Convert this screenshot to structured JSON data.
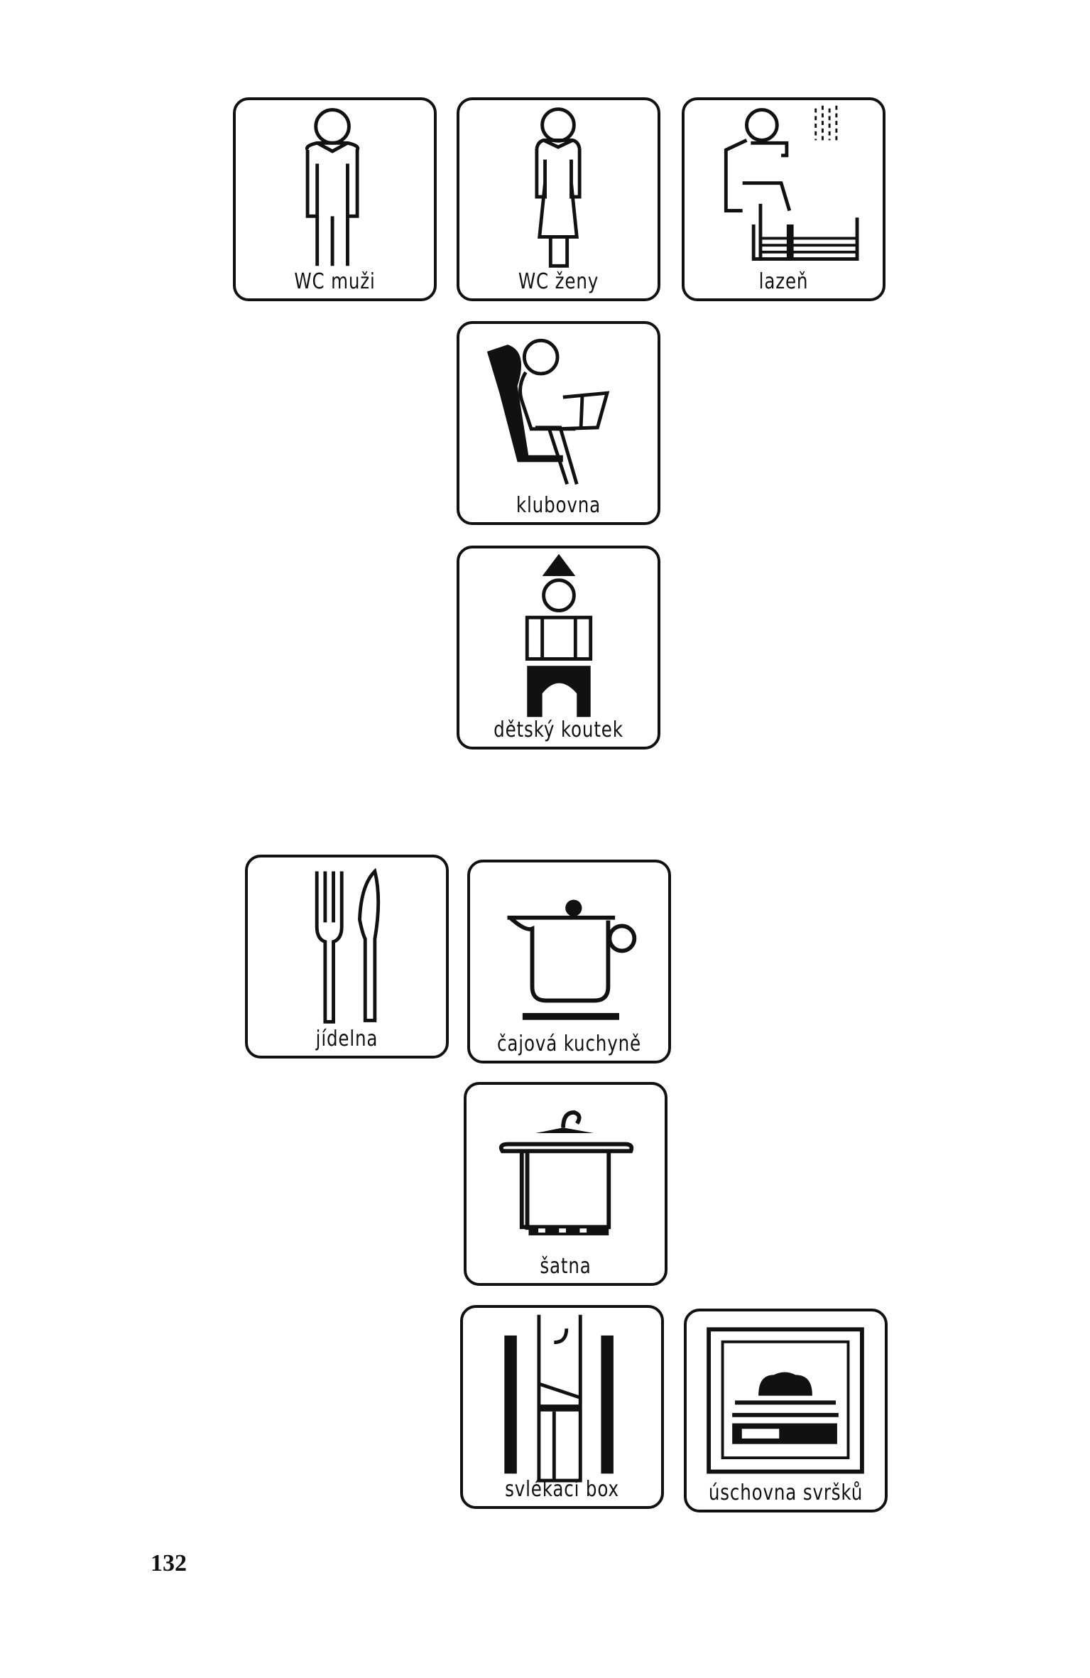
{
  "page": {
    "number": "132"
  },
  "pictograms": [
    {
      "caption": "WC muži",
      "icon": "man-icon"
    },
    {
      "caption": "WC ženy",
      "icon": "woman-icon"
    },
    {
      "caption": "lazeň",
      "icon": "bath-icon"
    },
    {
      "caption": "klubovna",
      "icon": "reading-armchair-icon"
    },
    {
      "caption": "dětský koutek",
      "icon": "child-icon"
    },
    {
      "caption": "jídelna",
      "icon": "fork-knife-icon"
    },
    {
      "caption": "čajová kuchyně",
      "icon": "teapot-icon"
    },
    {
      "caption": "šatna",
      "icon": "hanger-icon"
    },
    {
      "caption": "svlékací box",
      "icon": "changing-booth-icon"
    },
    {
      "caption": "úschovna svršků",
      "icon": "hat-storage-icon"
    }
  ],
  "colors": {
    "ink": "#111111",
    "paper": "#ffffff"
  }
}
